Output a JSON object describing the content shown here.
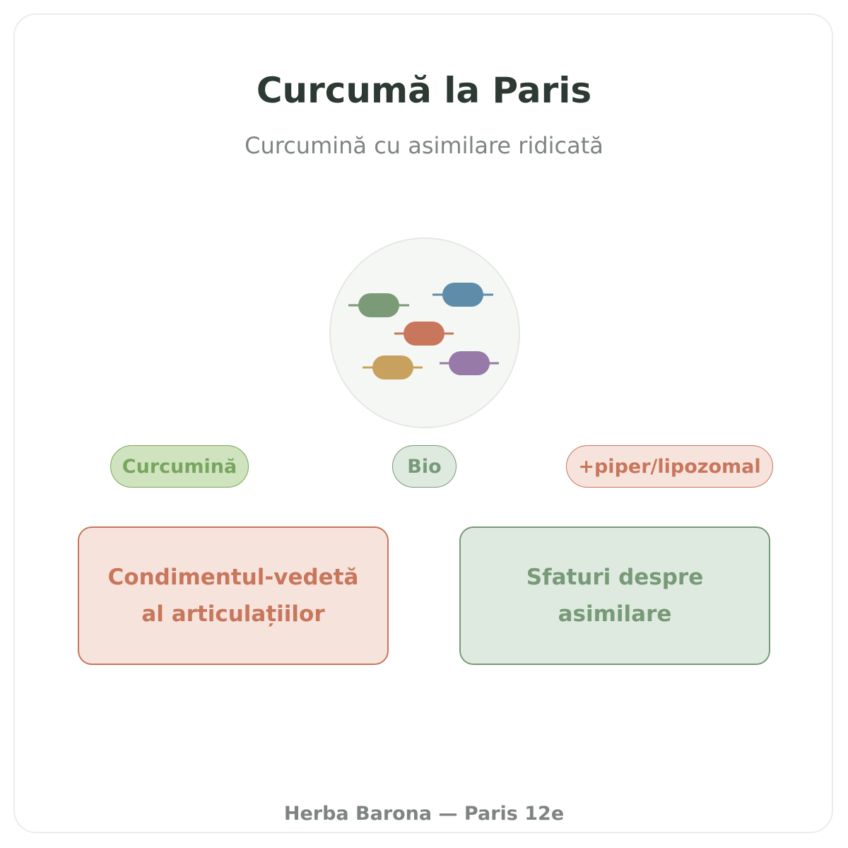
{
  "title": "Curcumă la Paris",
  "subtitle": "Curcumină cu asimilare ridicată",
  "illustration": {
    "icon": "capsules-icon",
    "capsule_colors": [
      "#7a9a78",
      "#5f8ca8",
      "#c8765c",
      "#c9a15e",
      "#977aa8"
    ]
  },
  "tags": {
    "curcumina": "Curcumină",
    "bio": "Bio",
    "piper": "+piper/lipozomal"
  },
  "panels": {
    "left": {
      "line1": "Condimentul-vedetă",
      "line2": "al articulațiilor"
    },
    "right": {
      "line1": "Sfaturi despre",
      "line2": "asimilare"
    }
  },
  "footer": "Herba Barona — Paris 12e",
  "colors": {
    "title": "#2c3a33",
    "muted": "#7d8580",
    "accent_orange": "#c8765c",
    "accent_green": "#789a78",
    "accent_leaf": "#78a65f"
  }
}
